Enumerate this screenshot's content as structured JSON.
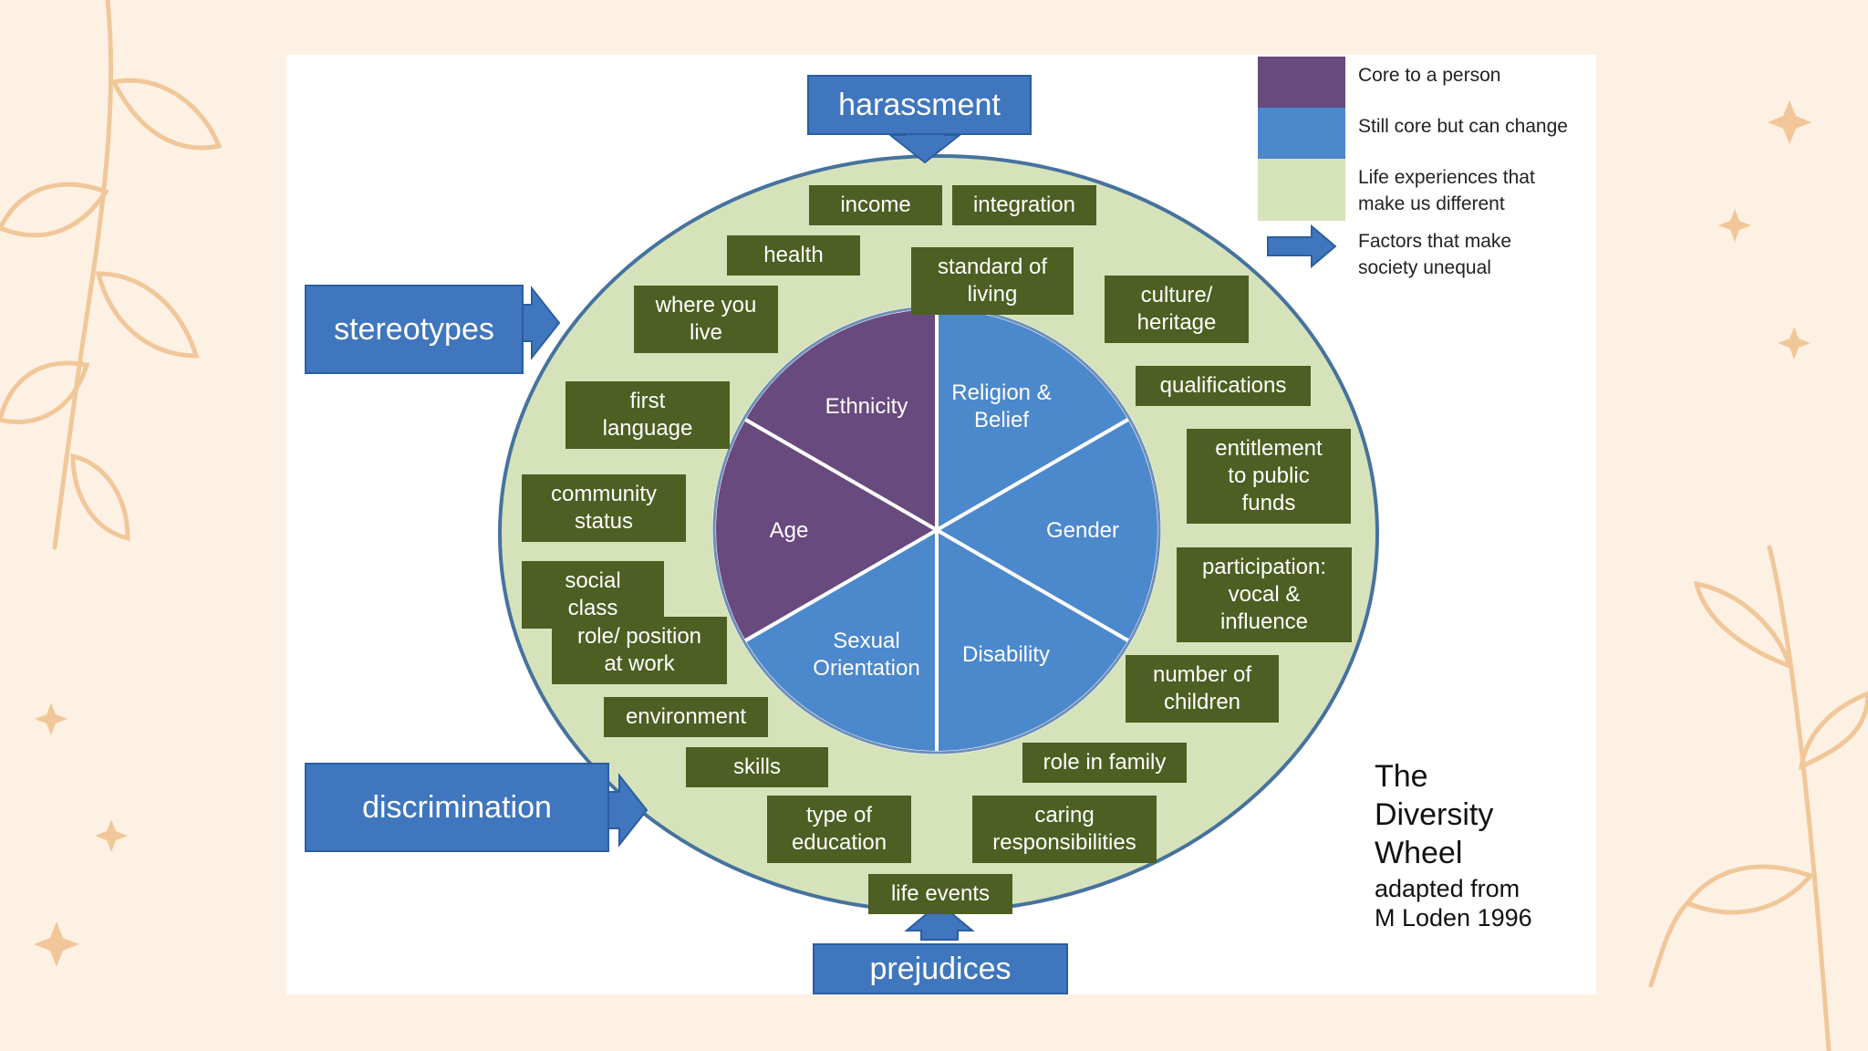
{
  "colors": {
    "core": "#684a7e",
    "changeable": "#4c88cc",
    "life": "#d6e3ba",
    "box": "#4d5f22",
    "factor": "#3f76bd",
    "background": "#fdf1e3"
  },
  "legend": {
    "core": "Core to a person",
    "changeable": "Still core but can change",
    "life": "Life experiences that\nmake us different",
    "factors": "Factors that make\nsociety unequal"
  },
  "title": {
    "main": "The\nDiversity\nWheel",
    "sub": "adapted from\nM Loden 1996"
  },
  "factors": {
    "harassment": "harassment",
    "stereotypes": "stereotypes",
    "discrimination": "discrimination",
    "prejudices": "prejudices"
  },
  "inner_segments": {
    "ethnicity": "Ethnicity",
    "religion": "Religion &\nBelief",
    "gender": "Gender",
    "disability": "Disability",
    "sexual_orientation": "Sexual\nOrientation",
    "age": "Age"
  },
  "life_experiences": {
    "income": "income",
    "integration": "integration",
    "health": "health",
    "standard_of_living": "standard of\nliving",
    "where_you_live": "where you\nlive",
    "culture_heritage": "culture/\nheritage",
    "qualifications": "qualifications",
    "first_language": "first\nlanguage",
    "entitlement": "entitlement\nto public\nfunds",
    "community_status": "community\nstatus",
    "participation": "participation:\nvocal &\ninfluence",
    "social_class": "social\nclass",
    "role_position": "role/ position\nat work",
    "number_of_children": "number of\nchildren",
    "environment": "environment",
    "skills": "skills",
    "role_in_family": "role in family",
    "type_of_education": "type of\neducation",
    "caring_responsibilities": "caring\nresponsibilities",
    "life_events": "life events"
  }
}
